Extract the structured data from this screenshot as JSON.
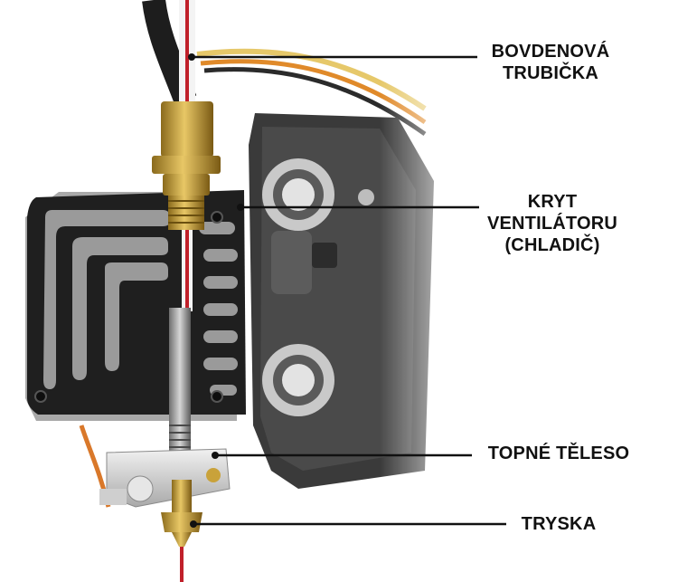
{
  "labels": {
    "bowden": {
      "line1": "BOVDENOVÁ",
      "line2": "TRUBIČKA"
    },
    "fan_cover": {
      "line1": "KRYT",
      "line2": "VENTILÁTORU",
      "line3": "(CHLADIČ)"
    },
    "heater_block": {
      "line1": "TOPNÉ TĚLESO"
    },
    "nozzle": {
      "line1": "TRYSKA"
    }
  },
  "colors": {
    "label_text": "#111111",
    "leader_line": "#111111",
    "plastic": "#2a2a2a",
    "brass": "#c9a23a",
    "aluminium": "#d8d8d8",
    "filament_red": "#c0202a"
  }
}
